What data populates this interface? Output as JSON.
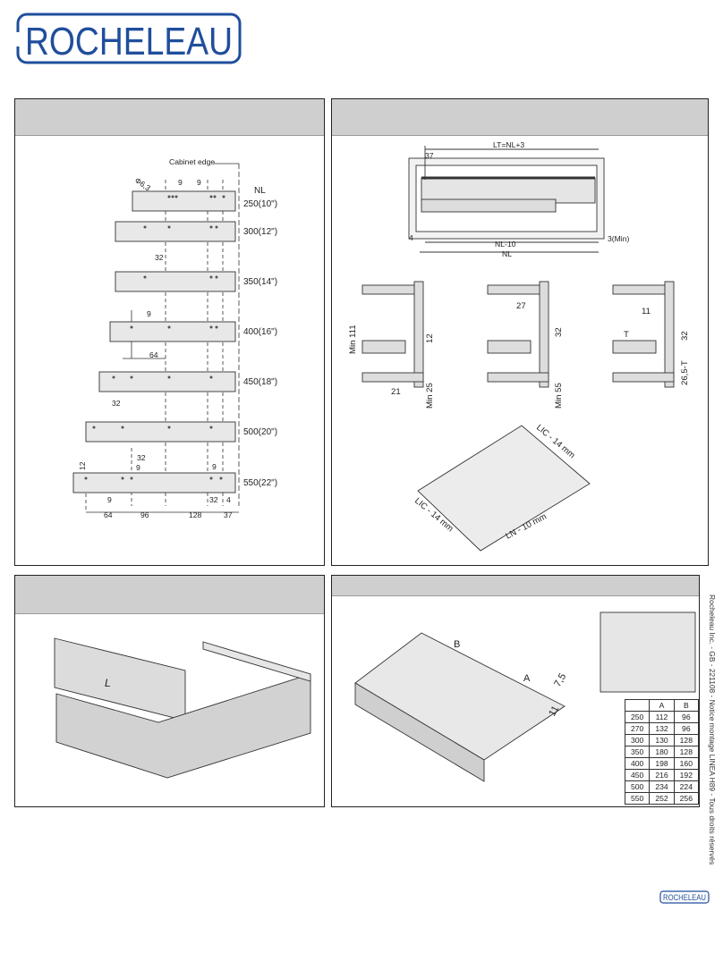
{
  "brand": {
    "logo_text": "ROCHELEAU",
    "color": "#1f4e9c"
  },
  "panel1": {
    "cabinet_edge": "Cabinet edge",
    "hole_label": "Φ6,3",
    "nl_header": "NL",
    "sizes": [
      "250(10\")",
      "300(12\")",
      "350(14\")",
      "400(16\")",
      "450(18\")",
      "500(20\")",
      "550(22\")"
    ],
    "dims": {
      "d9a": "9",
      "d9b": "9",
      "d32a": "32",
      "d64": "64",
      "d9c": "9",
      "d32b": "32",
      "d32c": "32",
      "d9d": "9",
      "d12": "12",
      "d9e": "9",
      "d32d": "32",
      "d4": "4",
      "d9f": "9",
      "b64": "64",
      "b96": "96",
      "b128": "128",
      "b37": "37"
    }
  },
  "panel2": {
    "top": {
      "lt": "LT=NL+3",
      "d37": "37",
      "d4": "4",
      "nl10": "NL-10",
      "nl": "NL",
      "min3": "3(Min)"
    },
    "sections": {
      "min111": "Min 111",
      "d12": "12",
      "d21": "21",
      "min25": "Min 25",
      "d27": "27",
      "d32a": "32",
      "min55": "Min 55",
      "d11": "11",
      "t": "T",
      "d32b": "32",
      "d265t": "26,5-T"
    },
    "bottom": {
      "lic_a": "LIC - 14 mm",
      "lic_b": "LIC - 14 mm",
      "ln": "LN - 10 mm"
    }
  },
  "panel3": {
    "letter": "L"
  },
  "panel4": {
    "dims": {
      "b": "B",
      "a": "A",
      "d75": "7,5",
      "d11": "11"
    },
    "table": {
      "headers": [
        "",
        "A",
        "B"
      ],
      "rows": [
        [
          "250",
          "112",
          "96"
        ],
        [
          "270",
          "132",
          "96"
        ],
        [
          "300",
          "130",
          "128"
        ],
        [
          "350",
          "180",
          "128"
        ],
        [
          "400",
          "198",
          "160"
        ],
        [
          "450",
          "216",
          "192"
        ],
        [
          "500",
          "234",
          "224"
        ],
        [
          "550",
          "252",
          "256"
        ]
      ]
    }
  },
  "footer": {
    "vertical": "Rocheleau Inc. - GB - 221108 - Notice montage LINEA H89 - Tous droits réservés",
    "mini_logo": "ROCHELEAU"
  }
}
